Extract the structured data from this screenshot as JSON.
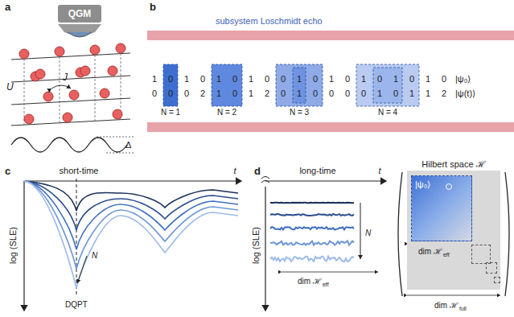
{
  "diagram": {
    "nodes": [
      {
        "text": [
          "QGM"
        ]
      },
      {
        "text": [
          "Hilbert space ℋ"
        ]
      },
      {
        "text": [
          "|ψ₀⟩"
        ],
        "in": 1
      }
    ],
    "labels": [
      "a",
      "b",
      "c",
      "d",
      "U",
      "J",
      "Δ",
      "subsystem Loschmidt echo",
      "1",
      "0",
      "1",
      "0",
      "1",
      "0",
      "1",
      "0",
      "0",
      "1",
      "0",
      "1",
      "0",
      "1",
      "0",
      "1",
      "0",
      "1",
      "0",
      "0",
      "0",
      "0",
      "2",
      "1",
      "0",
      "1",
      "2",
      "0",
      "1",
      "0",
      "0",
      "0",
      "0",
      "1",
      "0",
      "1",
      "1",
      "2",
      "|ψ₀⟩",
      "|ψ(t)⟩",
      "N = 1",
      "N = 2",
      "N = 3",
      "N = 4",
      "short-time",
      "t",
      "log (SLE)",
      "DQPT",
      "N",
      "long-time",
      "t",
      "N",
      "dim ℋ",
      "eff",
      "log (SLE)",
      "dim ℋ",
      "eff",
      "dim ℋ",
      "full"
    ]
  }
}
